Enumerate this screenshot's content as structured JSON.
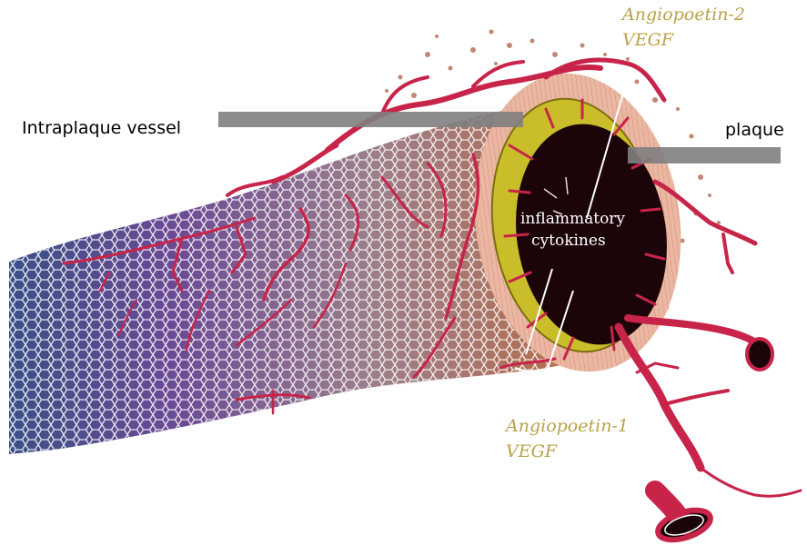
{
  "labels": {
    "intraplaque_vessel": "Intraplaque vessel",
    "plaque": "plaque",
    "inflammatory": "inflammatory",
    "cytokines": "cytokines",
    "ang2": "Angiopoetin-2",
    "vegf_top": "VEGF",
    "ang1": "Angiopoetin-1",
    "vegf_bottom": "VEGF"
  },
  "colors": {
    "vessel_red": "#c8244a",
    "plaque_yellow": "#c9bd2a",
    "lumen_dark": "#1c0509",
    "media_pink": "#eab8a2",
    "pointer_grey": "#7f7f7f",
    "annotation_gold": "#b9a24a",
    "mesh_blue": "#3a4f7f",
    "mesh_purple": "#6b3f8f",
    "mesh_brown": "#8a5a40"
  }
}
